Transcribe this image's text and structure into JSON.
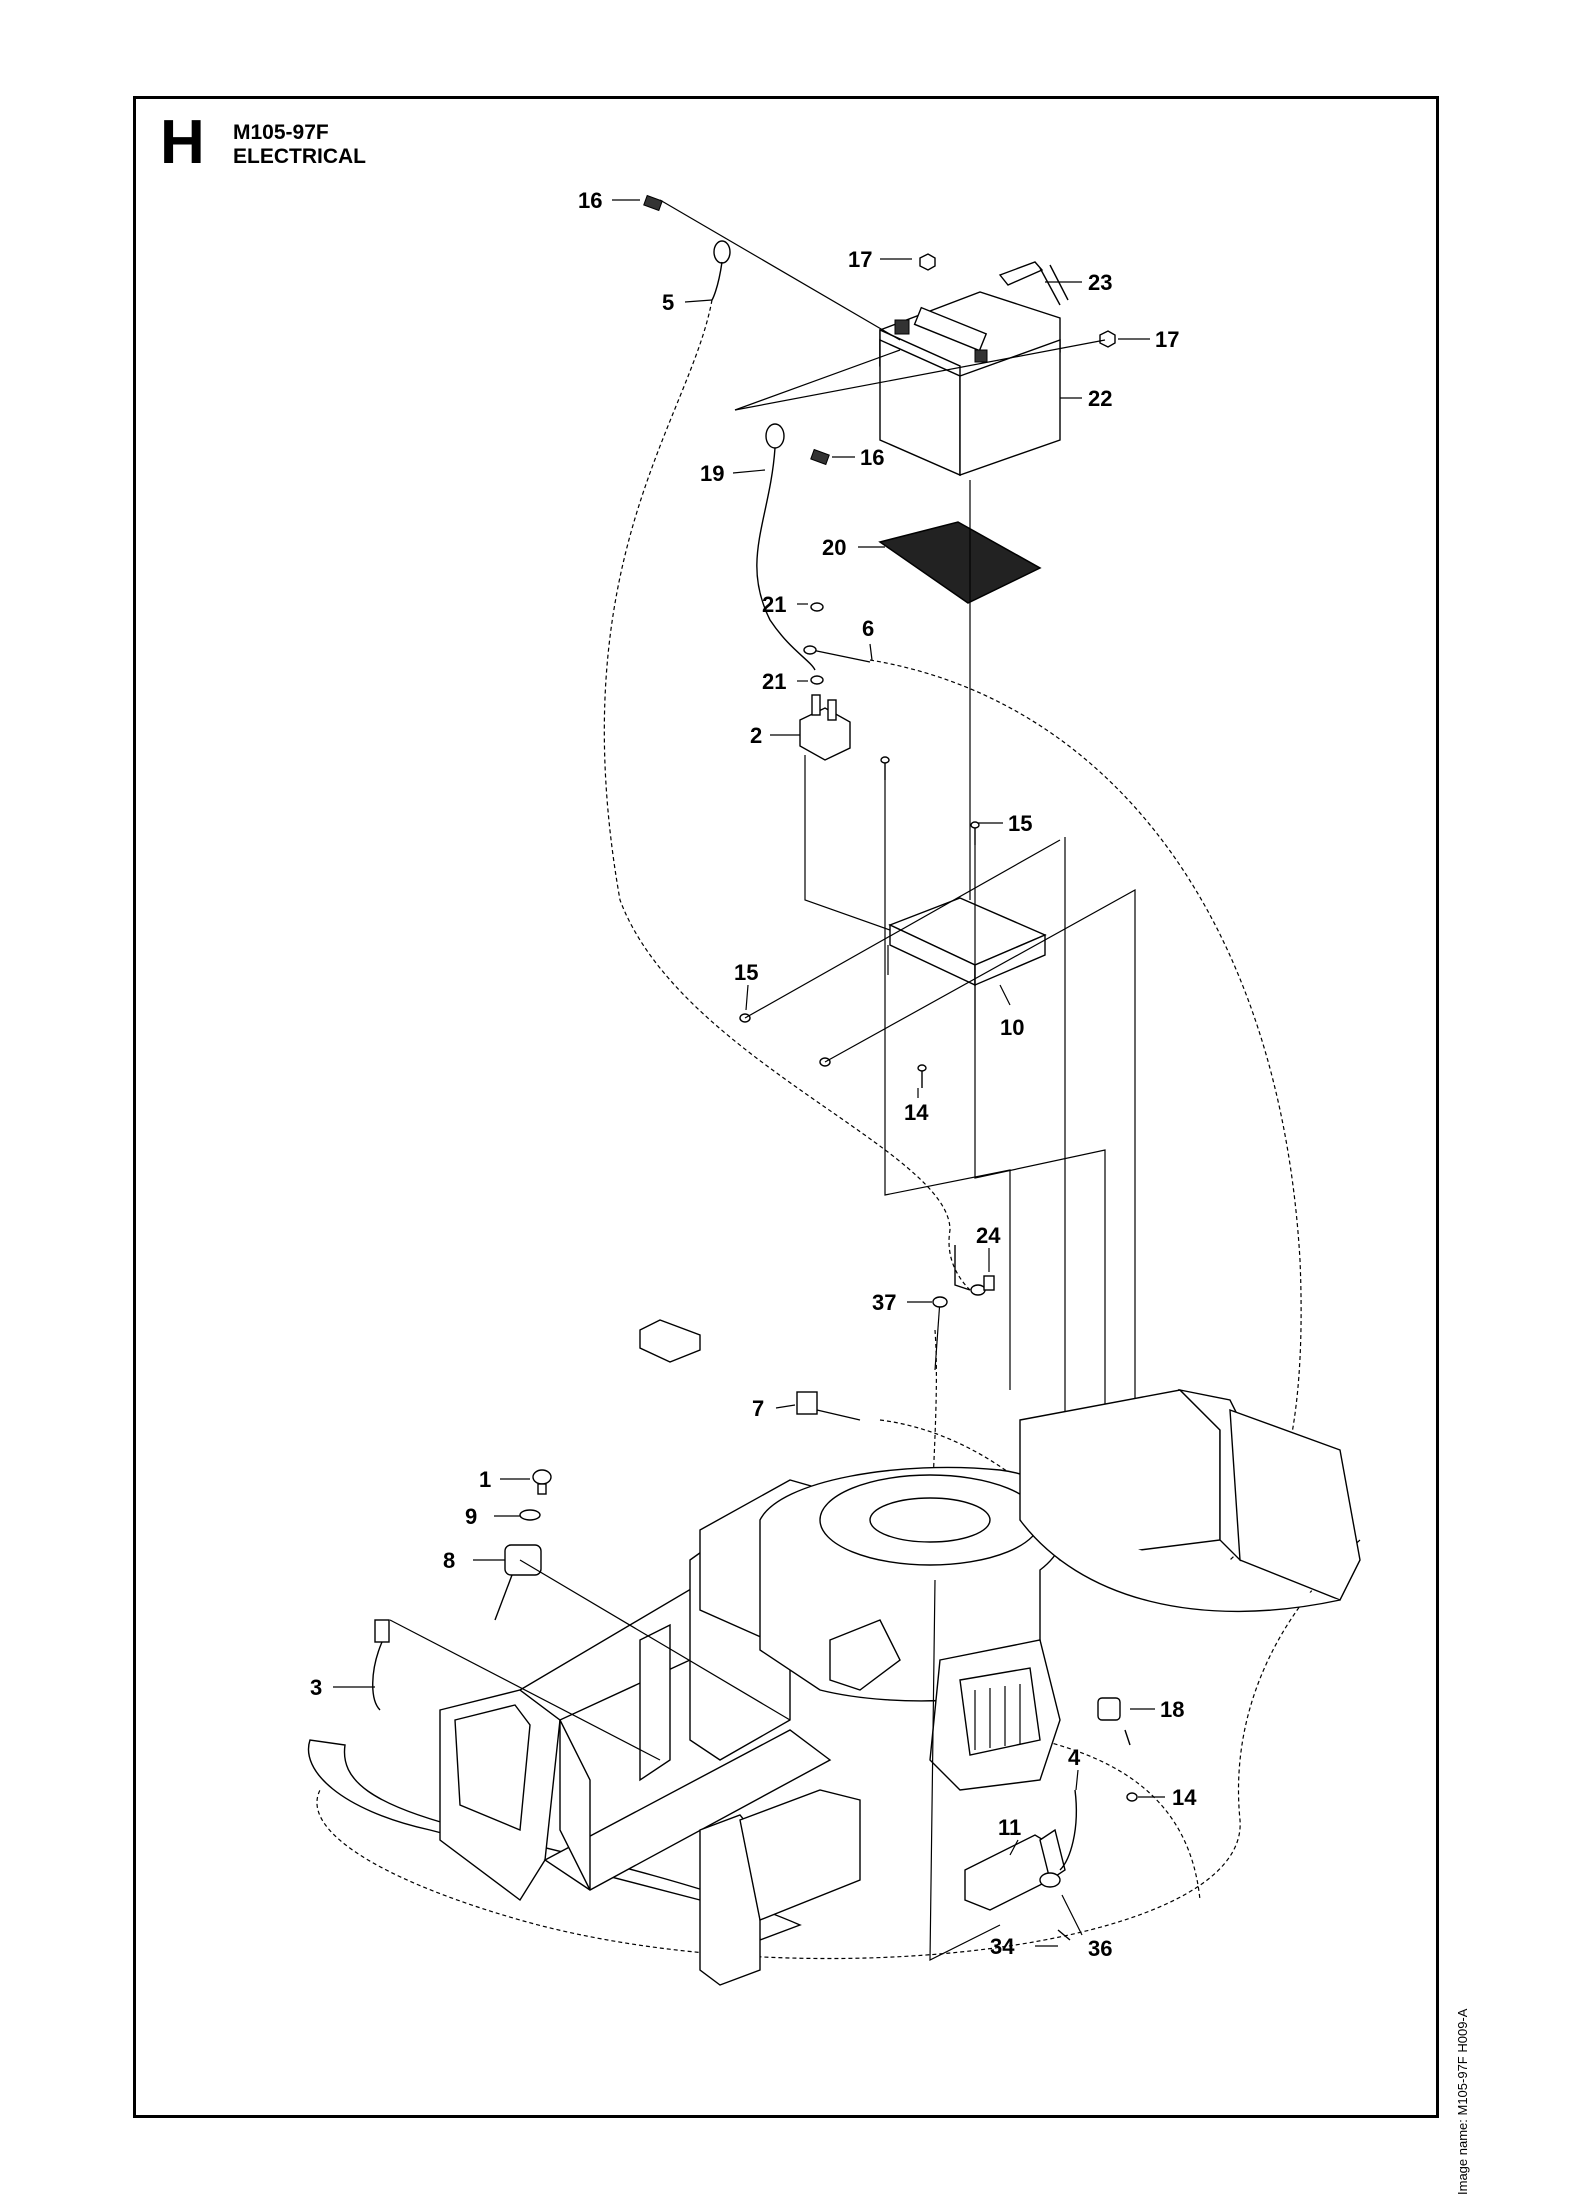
{
  "header": {
    "section_letter": "H",
    "model": "M105-97F",
    "section_title": "ELECTRICAL"
  },
  "image_name": "Image name: M105-97F H009-A",
  "callouts": {
    "c16a": "16",
    "c5": "5",
    "c17a": "17",
    "c23": "23",
    "c17b": "17",
    "c22": "22",
    "c19": "19",
    "c16b": "16",
    "c20": "20",
    "c21a": "21",
    "c6": "6",
    "c21b": "21",
    "c2": "2",
    "c15a": "15",
    "c15b": "15",
    "c10": "10",
    "c14a": "14",
    "c24": "24",
    "c37": "37",
    "c7": "7",
    "c1": "1",
    "c9": "9",
    "c8": "8",
    "c3": "3",
    "c18": "18",
    "c4": "4",
    "c14b": "14",
    "c11": "11",
    "c36": "36",
    "c34": "34"
  }
}
